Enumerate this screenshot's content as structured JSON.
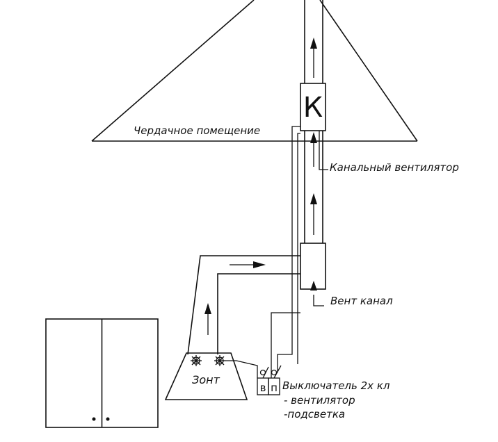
{
  "labels": {
    "attic": "Чердачное помещение",
    "duct_fan": "Канальный вентилятор",
    "fan_letter": "К",
    "vent_channel": "Вент канал",
    "hood": "Зонт",
    "switch": "Выключатель 2х кл",
    "switch_fan": "- вентилятор",
    "switch_light": "-подсветка",
    "switch_key_v": "в",
    "switch_key_p": "п"
  }
}
